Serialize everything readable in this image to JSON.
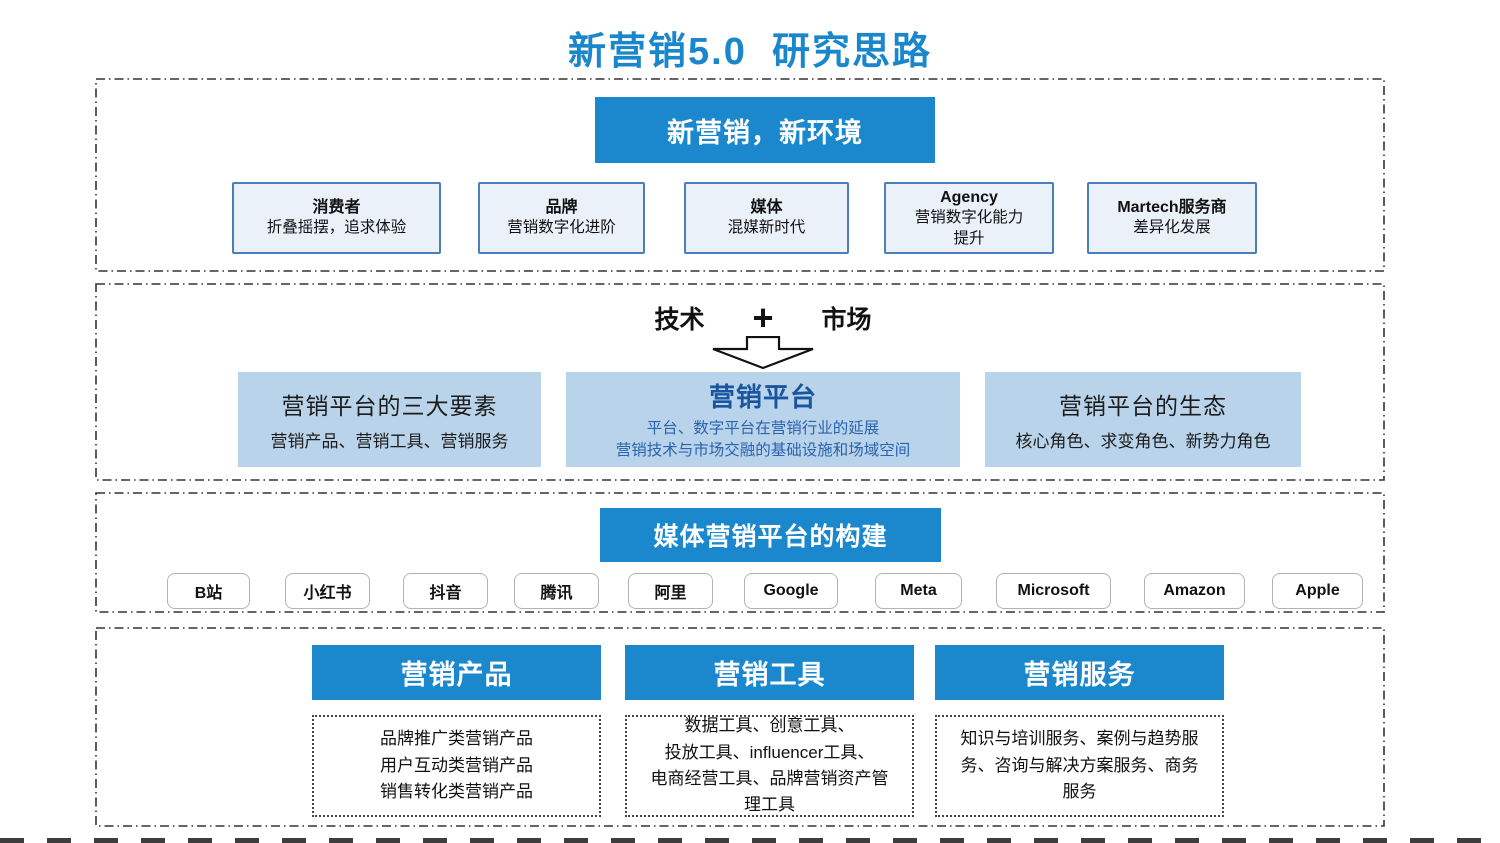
{
  "title": "新营销5.0  研究思路",
  "colors": {
    "accent_blue": "#1b87cd",
    "light_blue_fill": "#b9d3eb",
    "card_fill": "#eaf1f9",
    "card_border": "#4b7fbc",
    "dark_blue_text": "#1a55a0"
  },
  "section1": {
    "header": "新营销，新环境",
    "cards": [
      {
        "title": "消费者",
        "desc": "折叠摇摆，追求体验"
      },
      {
        "title": "品牌",
        "desc": "营销数字化进阶"
      },
      {
        "title": "媒体",
        "desc": "混媒新时代"
      },
      {
        "title": "Agency",
        "desc": "营销数字化能力\n提升"
      },
      {
        "title": "Martech服务商",
        "desc": "差异化发展"
      }
    ]
  },
  "section2": {
    "left_label": "技术",
    "plus": "+",
    "right_label": "市场",
    "boxes": [
      {
        "title": "营销平台的三大要素",
        "desc": "营销产品、营销工具、营销服务"
      },
      {
        "title": "营销平台",
        "desc": "平台、数字平台在营销行业的延展\n营销技术与市场交融的基础设施和场域空间"
      },
      {
        "title": "营销平台的生态",
        "desc": "核心角色、求变角色、新势力角色"
      }
    ]
  },
  "section3": {
    "header": "媒体营销平台的构建",
    "platforms": [
      "B站",
      "小红书",
      "抖音",
      "腾讯",
      "阿里",
      "Google",
      "Meta",
      "Microsoft",
      "Amazon",
      "Apple"
    ]
  },
  "section4": {
    "columns": [
      {
        "header": "营销产品",
        "body": "品牌推广类营销产品\n用户互动类营销产品\n销售转化类营销产品"
      },
      {
        "header": "营销工具",
        "body": "数据工具、创意工具、\n投放工具、influencer工具、\n电商经营工具、品牌营销资产管\n理工具"
      },
      {
        "header": "营销服务",
        "body": "知识与培训服务、案例与趋势服\n务、咨询与解决方案服务、商务\n服务"
      }
    ]
  }
}
